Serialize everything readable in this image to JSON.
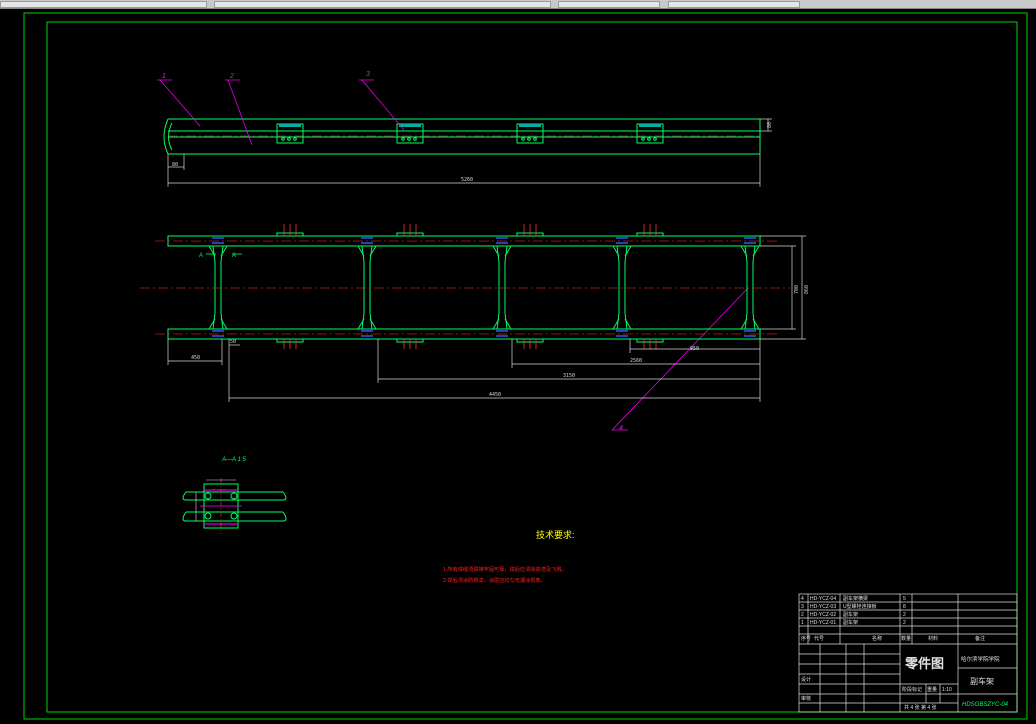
{
  "colors": {
    "frame": "#00d200",
    "part": "#00ff66",
    "leader": "#ff00ff",
    "center": "#ff3030",
    "dim": "#d8d8d8",
    "bolt": "#3a5cff",
    "title": "#ffff00",
    "note": "#ff2222",
    "fill": "#00b0a0"
  },
  "balloons": {
    "b1": "1",
    "b2": "2",
    "b3": "3",
    "b4": "4"
  },
  "dims": {
    "top_length": "5260",
    "top_height": "80",
    "top_left": "80",
    "plan_width_inner": "700",
    "plan_width_outer": "860",
    "d450": "450",
    "d50": "50",
    "d2560": "2560",
    "d3150": "3150",
    "d4450": "4450",
    "d950": "950"
  },
  "section": {
    "left_label": "A",
    "right_label": "A",
    "title": "A—A  1:5"
  },
  "notes": {
    "heading": "技术要求:",
    "line1": "1.所有焊缝须焊接牢固可靠，焊后应清除焊渣及飞溅。",
    "line2": "2.焊后须涂防锈漆，涂层应均匀无漏涂现象。"
  },
  "parts_list": {
    "rows": [
      {
        "no": "4",
        "code": "HD-YCZ-04",
        "name": "副车架横梁",
        "qty": "5"
      },
      {
        "no": "3",
        "code": "HD-YCZ-03",
        "name": "U型螺栓连接板",
        "qty": "8"
      },
      {
        "no": "2",
        "code": "HD-YCZ-02",
        "name": "副车架",
        "qty": "2"
      },
      {
        "no": "1",
        "code": "HD-YCZ-01",
        "name": "副车架",
        "qty": "2"
      }
    ],
    "header": {
      "no": "序号",
      "code": "代号",
      "name": "名称",
      "qty": "数量",
      "material": "材料",
      "remark": "备注"
    }
  },
  "title_block": {
    "drawing_type": "零件图",
    "school": "哈尔滨学院学院",
    "part_name": "副车架",
    "drawing_no": "HDSGBSZYC-04",
    "design": "设计",
    "check": "审核",
    "scale": "1:10",
    "sheet": "共 4 张  第 4 张",
    "weight": "重量",
    "stage": "阶段标记"
  }
}
